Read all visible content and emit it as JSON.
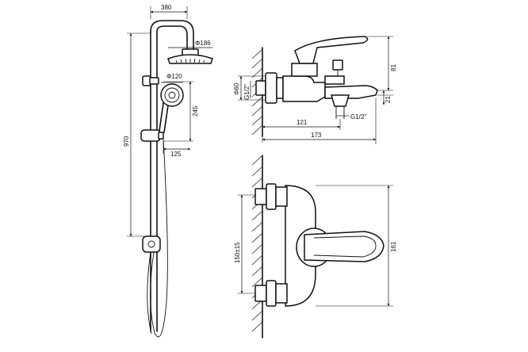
{
  "shower_column": {
    "dims": {
      "top_width": "380",
      "head_diameter": "Φ186",
      "hand_diameter": "Φ120",
      "slide_height": "245",
      "bar_projection": "125",
      "total_height": "970"
    }
  },
  "mixer_side": {
    "dims": {
      "body_diameter": "Φ60",
      "wall_thread": "G1/2\"",
      "lever_height": "81",
      "spout_height": "21",
      "outlet_thread": "G1/2\"",
      "spout_offset": "121",
      "total_depth": "173"
    }
  },
  "mixer_front": {
    "dims": {
      "center_distance": "150±15",
      "total_height": "161"
    }
  },
  "colors": {
    "line": "#111111",
    "background": "#ffffff"
  }
}
